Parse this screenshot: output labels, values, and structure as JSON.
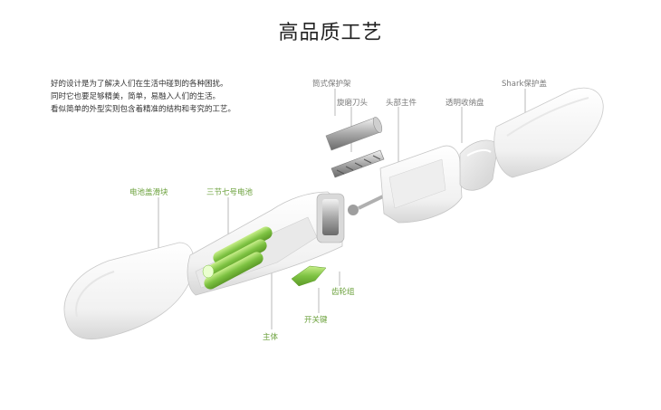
{
  "title": "高品质工艺",
  "intro": [
    "好的设计是为了解决人们在生活中碰到的各种困扰。",
    "同时它也要足够精美，简单，易融入人们的生活。",
    "看似简单的外型实则包含着精准的结构和考究的工艺。"
  ],
  "labels": {
    "blade_guard": "筒式保护架",
    "rotary_blade": "旋磨刀头",
    "head_body": "头部主件",
    "collector": "透明收纳盘",
    "cap": "Shark保护盖",
    "battery_slide": "电池盖滑块",
    "battery": "三节七号电池",
    "gear": "齿轮组",
    "switch": "开关键",
    "main_body": "主体"
  },
  "colors": {
    "accent_green": "#7dc242",
    "label_green": "#6aa03a",
    "label_gray": "#7a7a7a"
  }
}
